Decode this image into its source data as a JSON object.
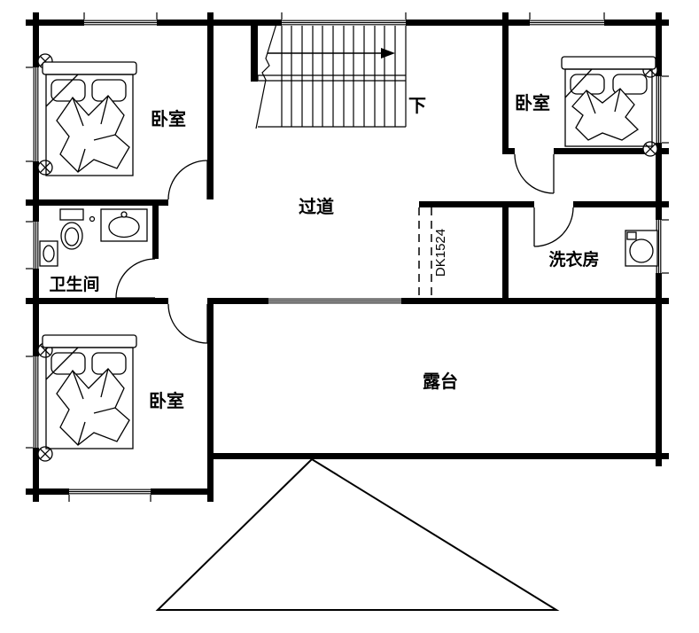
{
  "plan": {
    "rooms": {
      "bedroom_top_left": "卧室",
      "bedroom_top_right": "卧室",
      "bedroom_bottom_left": "卧室",
      "hallway": "过道",
      "bathroom": "卫生间",
      "laundry": "洗衣房",
      "terrace": "露台"
    },
    "stairs": {
      "direction": "下"
    },
    "openings": {
      "terrace_opening_code": "DK1524"
    },
    "colors": {
      "line": "#000000",
      "wall": "#000000",
      "background": "#ffffff"
    }
  }
}
